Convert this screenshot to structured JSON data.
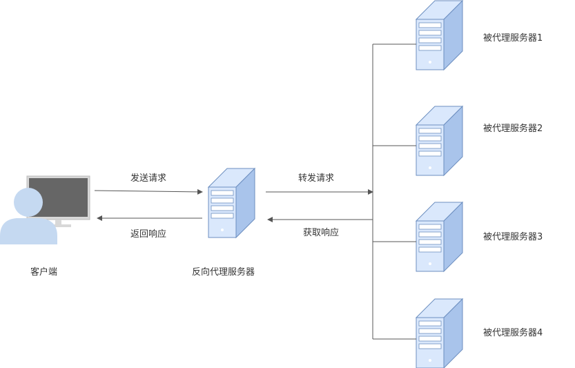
{
  "client": {
    "label": "客户端"
  },
  "proxy": {
    "label": "反向代理服务器"
  },
  "edges": {
    "send_request": "发送请求",
    "return_response": "返回响应",
    "forward_request": "转发请求",
    "fetch_response": "获取响应"
  },
  "backends": [
    {
      "label": "被代理服务器1"
    },
    {
      "label": "被代理服务器2"
    },
    {
      "label": "被代理服务器3"
    },
    {
      "label": "被代理服务器4"
    }
  ],
  "colors": {
    "server_fill": "#dae8fc",
    "server_stroke": "#6c8ebf",
    "server_dark": "#a9c4eb",
    "monitor": "#666666",
    "monitor_frame": "#d8d8d8",
    "person": "#c5d9f1",
    "line": "#555555"
  }
}
